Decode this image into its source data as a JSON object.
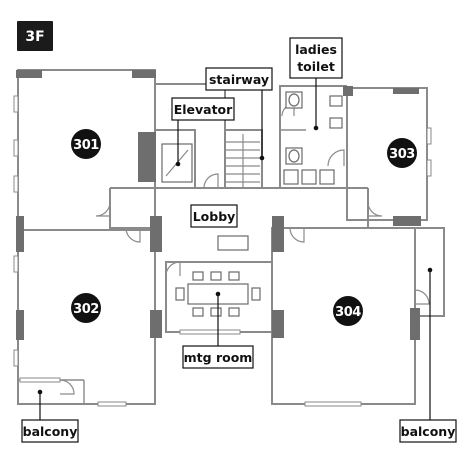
{
  "floor": {
    "label": "3F"
  },
  "rooms": [
    {
      "number": "301"
    },
    {
      "number": "302"
    },
    {
      "number": "303"
    },
    {
      "number": "304"
    }
  ],
  "labels": {
    "elevator": "Elevator",
    "stairway": "stairway",
    "ladies_toilet_line1": "ladies",
    "ladies_toilet_line2": "toilet",
    "lobby": "Lobby",
    "mtg_room": "mtg room",
    "balcony_left": "balcony",
    "balcony_right": "balcony"
  }
}
